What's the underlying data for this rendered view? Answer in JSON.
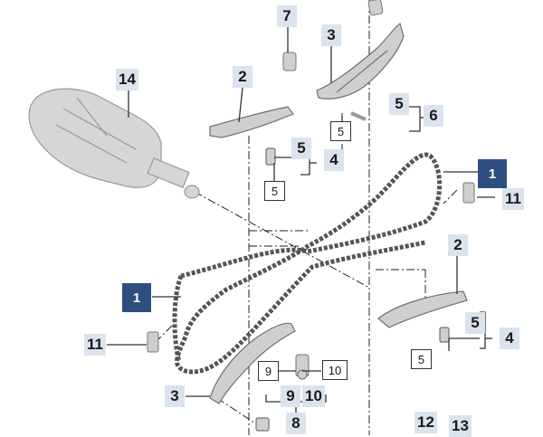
{
  "colors": {
    "callout_fill": "#dbe3ee",
    "highlight_fill": "#2d4e7e",
    "part_fill": "#cfcfcf",
    "part_stroke": "#777777"
  },
  "labels": {
    "crankshaft": "14",
    "sprocket_bolt": "7",
    "upper_guide": "3",
    "upper_guide_bolts_a": "5",
    "upper_guide_bolts_b": "6",
    "upper_guide_bolt_box": "5",
    "left_tensioner_rail": "2",
    "left_rail_bolt_a": "5",
    "left_rail_bolt_b": "4",
    "left_rail_bolt_box": "5",
    "chain_upper": "1",
    "chain_lower": "1",
    "gasket_right": "11",
    "gasket_left": "11",
    "right_tensioner_rail": "2",
    "right_rail_bolt_a": "5",
    "right_rail_bolt_b": "4",
    "right_rail_bolt_box": "5",
    "lower_guide": "3",
    "tensioner_box_9": "9",
    "tensioner_box_10": "10",
    "tensioner_9": "9",
    "tensioner_10": "10",
    "tensioner": "8",
    "part_12": "12",
    "part_13": "13"
  }
}
